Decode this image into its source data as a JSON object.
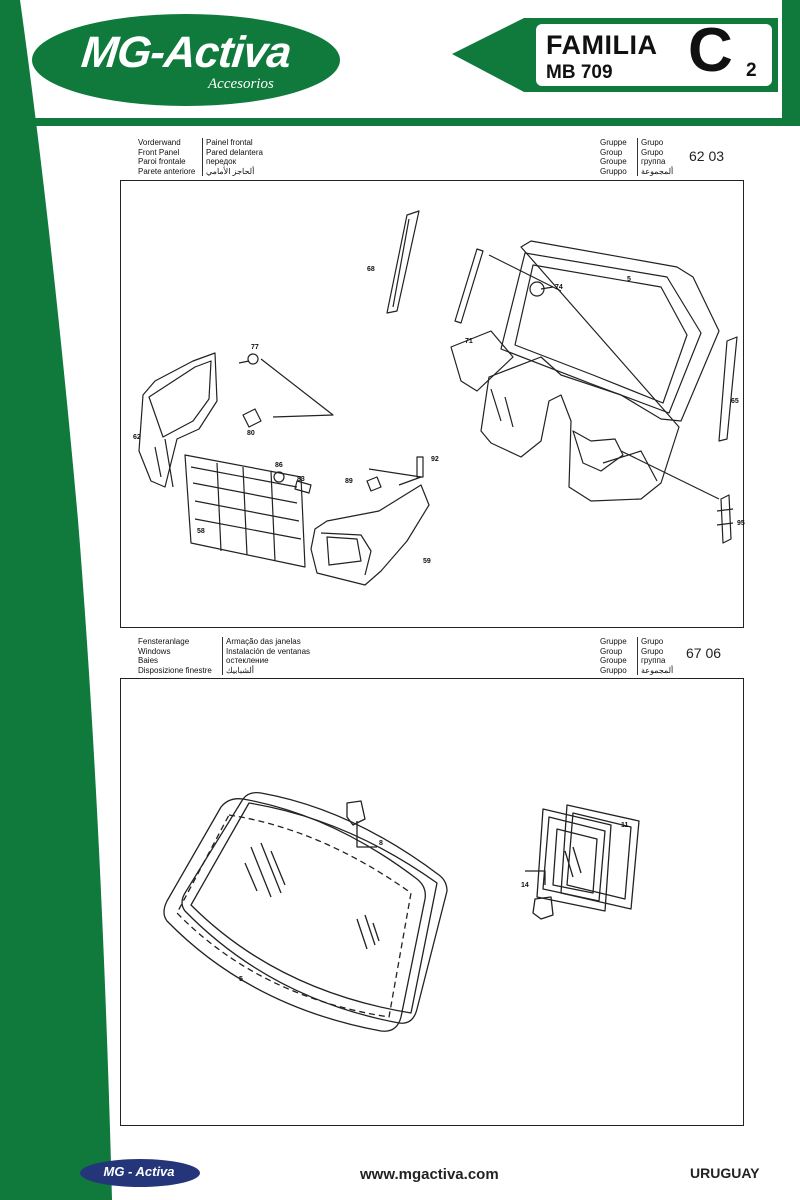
{
  "brand": {
    "logo_name": "MG-Activa",
    "logo_sub": "Accesorios",
    "color_green": "#0f7a3c",
    "footer_logo": "MG - Activa"
  },
  "family": {
    "title": "FAMILIA",
    "model": "MB 709",
    "letter": "C",
    "number": "2"
  },
  "sections": [
    {
      "labels_left": [
        "Vorderwand",
        "Front Panel",
        "Paroi frontale",
        "Parete anteriore"
      ],
      "labels_right": [
        "Painel frontal",
        "Pared delantera",
        "передок",
        "ألحاجز الأمامي"
      ],
      "group_left": [
        "Gruppe",
        "Group",
        "Groupe",
        "Gruppo"
      ],
      "group_right": [
        "Grupo",
        "Grupo",
        "группа",
        "ألمجموعة"
      ],
      "group_code": "62 03",
      "callouts": [
        "68",
        "5",
        "74",
        "71",
        "77",
        "65",
        "80",
        "62",
        "92",
        "86",
        "83",
        "89",
        "95",
        "58",
        "59"
      ]
    },
    {
      "labels_left": [
        "Fensteranlage",
        "Windows",
        "Baies",
        "Disposizione finestre"
      ],
      "labels_right": [
        "Armação das janelas",
        "Instalación de ventanas",
        "остекление",
        "ألشبابيك"
      ],
      "group_left": [
        "Gruppe",
        "Group",
        "Groupe",
        "Gruppo"
      ],
      "group_right": [
        "Grupo",
        "Grupo",
        "группа",
        "ألمجموعة"
      ],
      "group_code": "67 06",
      "callouts": [
        "8",
        "11",
        "14",
        "5"
      ]
    }
  ],
  "footer": {
    "url": "www.mgactiva.com",
    "country": "URUGUAY"
  }
}
